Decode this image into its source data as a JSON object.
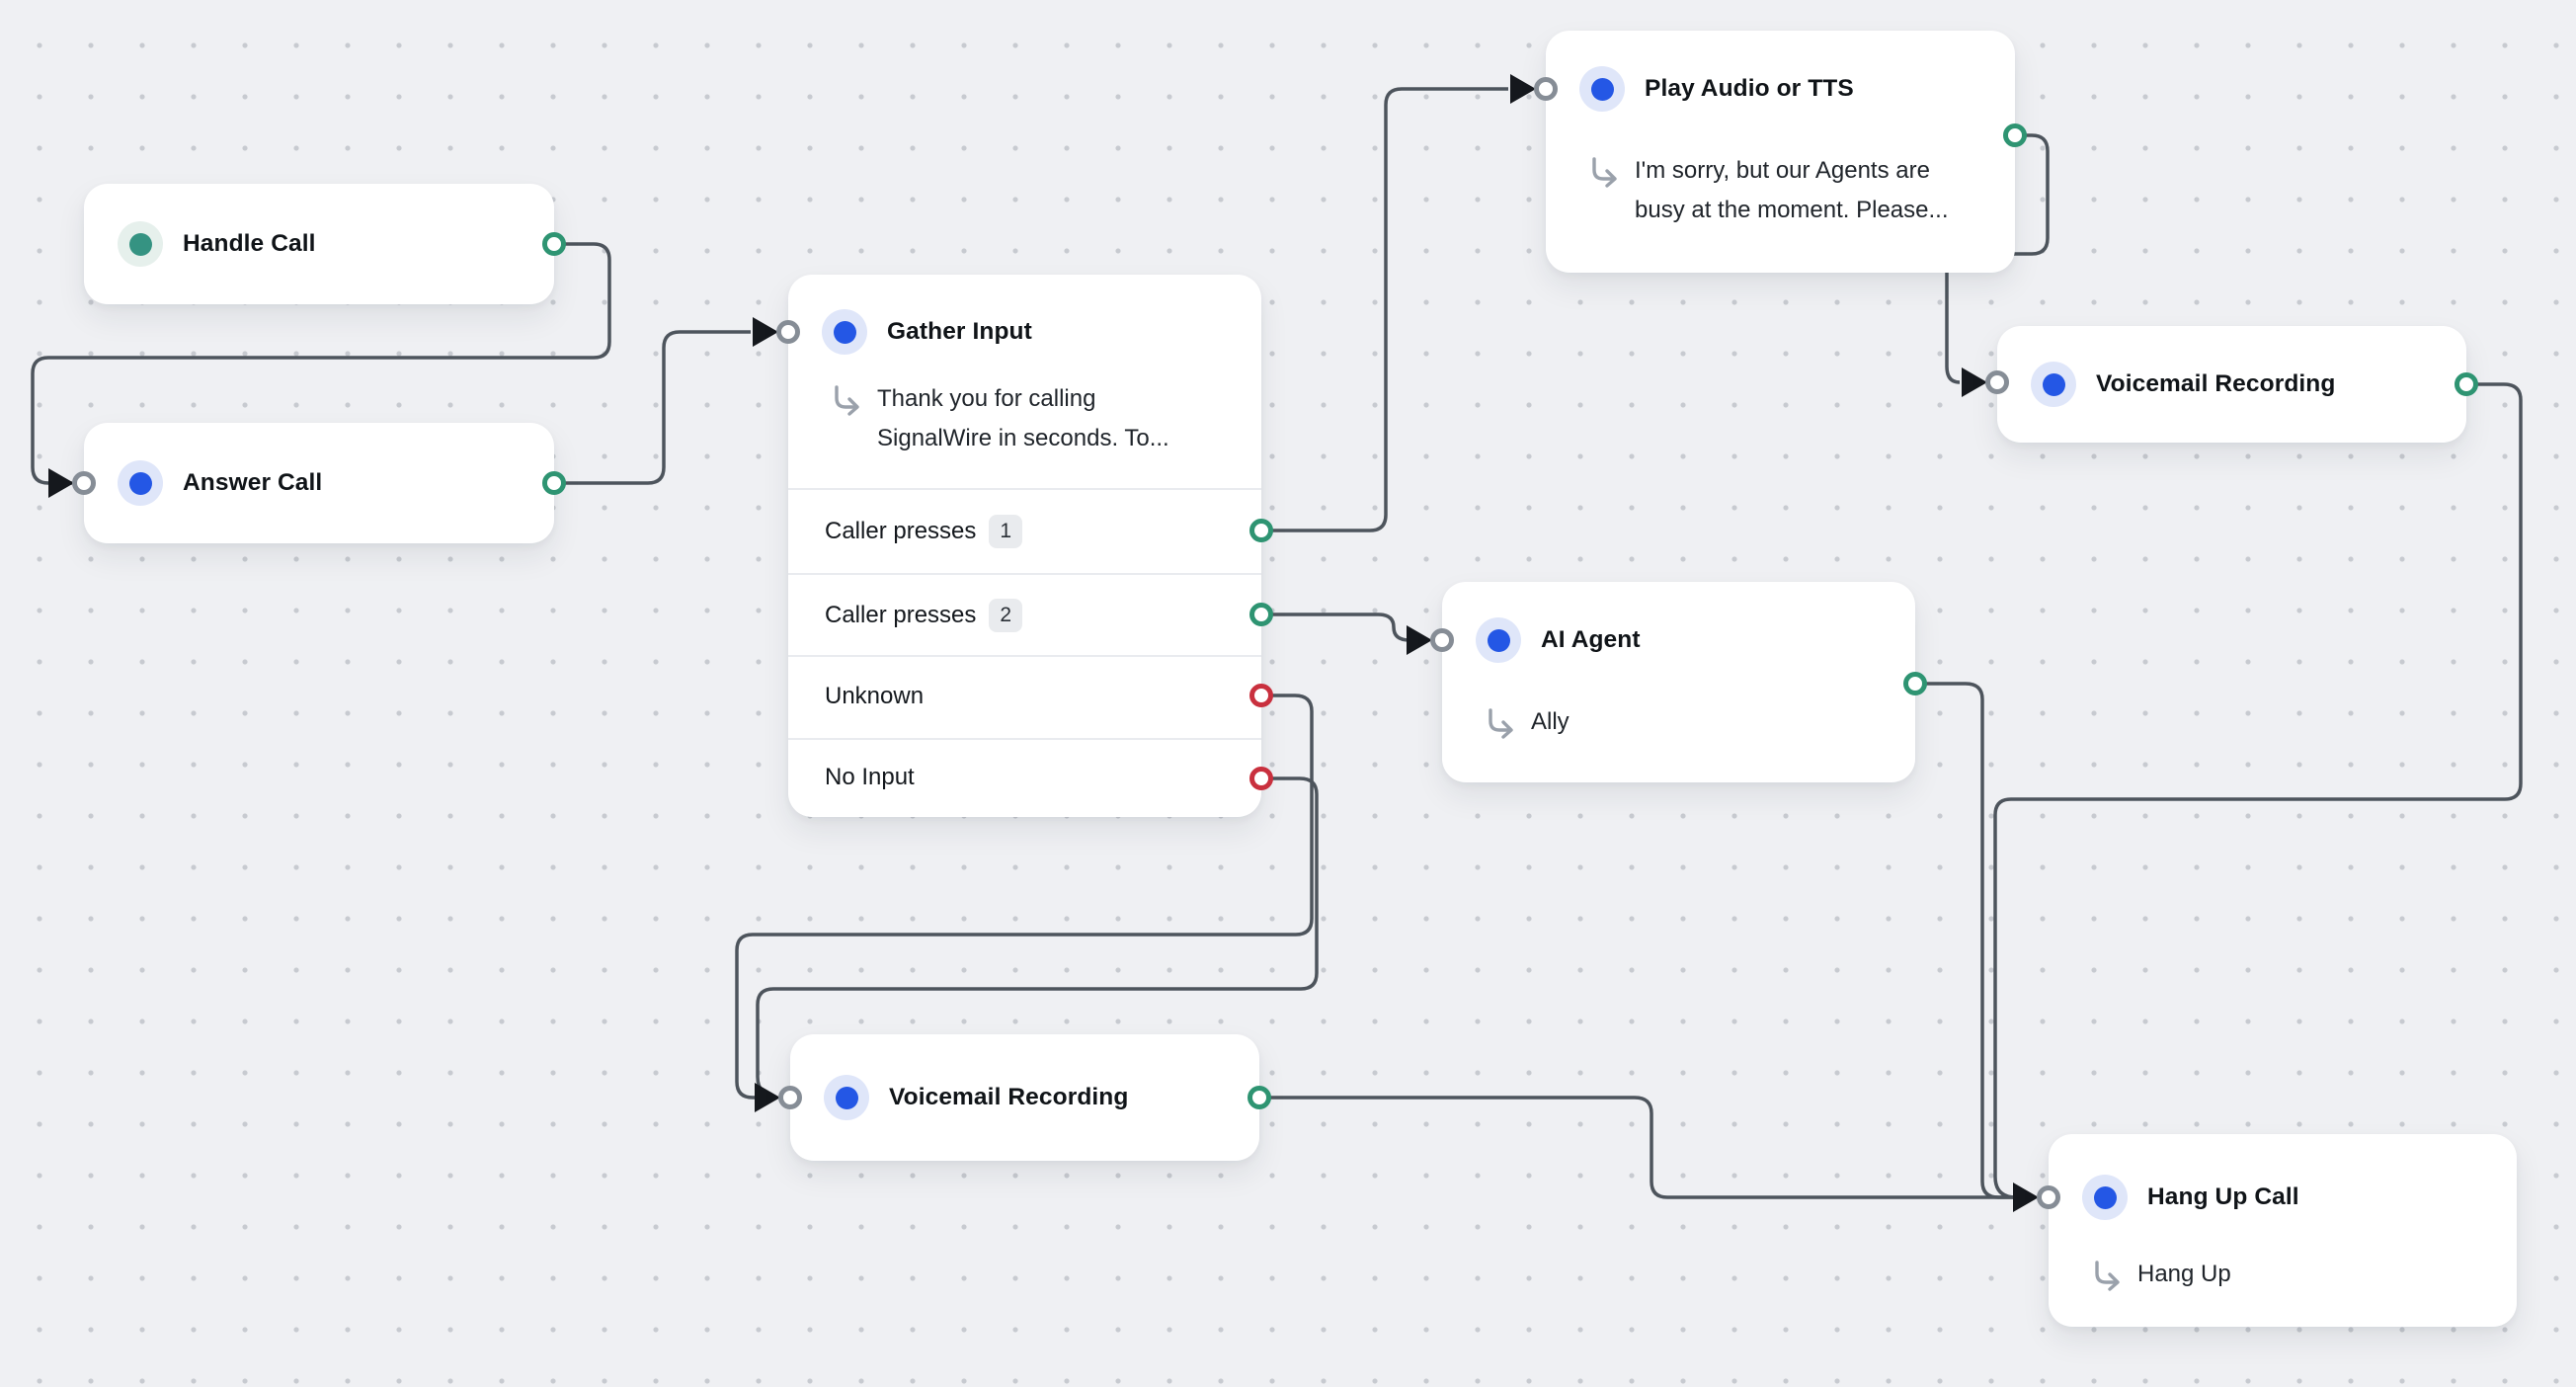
{
  "canvas": {
    "background": "#eff0f3",
    "dot_color": "#c7cad0"
  },
  "colors": {
    "edge": "#4d545c",
    "arrowhead": "#15181d",
    "output_port_green": "#2e9472",
    "output_port_red": "#c9303e",
    "input_port_ring": "#868d96",
    "icon_blue": "#2457e5",
    "icon_blue_halo": "#dfe6f9",
    "icon_teal": "#359382",
    "icon_teal_halo": "#e6f0ec",
    "badge_bg": "#e9ebee",
    "node_bg": "#ffffff"
  },
  "icons": {
    "status_dot_teal": "teal-dot-icon",
    "status_dot_blue": "blue-dot-icon",
    "sub_hook": "branch-arrow-icon"
  },
  "nodes": [
    {
      "title": "Handle Call"
    },
    {
      "title": "Answer Call"
    },
    {
      "title": "Gather Input",
      "subtitle": "Thank you for calling SignalWire in seconds. To...",
      "branches": [
        {
          "label": "Caller presses",
          "badge": "1"
        },
        {
          "label": "Caller presses",
          "badge": "2"
        },
        {
          "label": "Unknown"
        },
        {
          "label": "No Input"
        }
      ]
    },
    {
      "title": "Play Audio or TTS",
      "subtitle": "I'm sorry, but our Agents are busy at the moment. Please..."
    },
    {
      "title": "Voicemail Recording"
    },
    {
      "title": "AI Agent",
      "subtitle": "Ally"
    },
    {
      "title": "Voicemail Recording"
    },
    {
      "title": "Hang Up Call",
      "subtitle": "Hang Up"
    }
  ],
  "edges": [
    {
      "from": "Handle Call",
      "to": "Answer Call"
    },
    {
      "from": "Answer Call",
      "to": "Gather Input"
    },
    {
      "from": "Gather Input / Caller presses 1",
      "to": "Play Audio or TTS"
    },
    {
      "from": "Gather Input / Caller presses 2",
      "to": "AI Agent"
    },
    {
      "from": "Gather Input / Unknown",
      "to": "Voicemail Recording (bottom)"
    },
    {
      "from": "Gather Input / No Input",
      "to": "Voicemail Recording (bottom)"
    },
    {
      "from": "Play Audio or TTS",
      "to": "Voicemail Recording (top)"
    },
    {
      "from": "Voicemail Recording (top)",
      "to": "Hang Up Call"
    },
    {
      "from": "AI Agent",
      "to": "Hang Up Call"
    },
    {
      "from": "Voicemail Recording (bottom)",
      "to": "Hang Up Call"
    }
  ]
}
